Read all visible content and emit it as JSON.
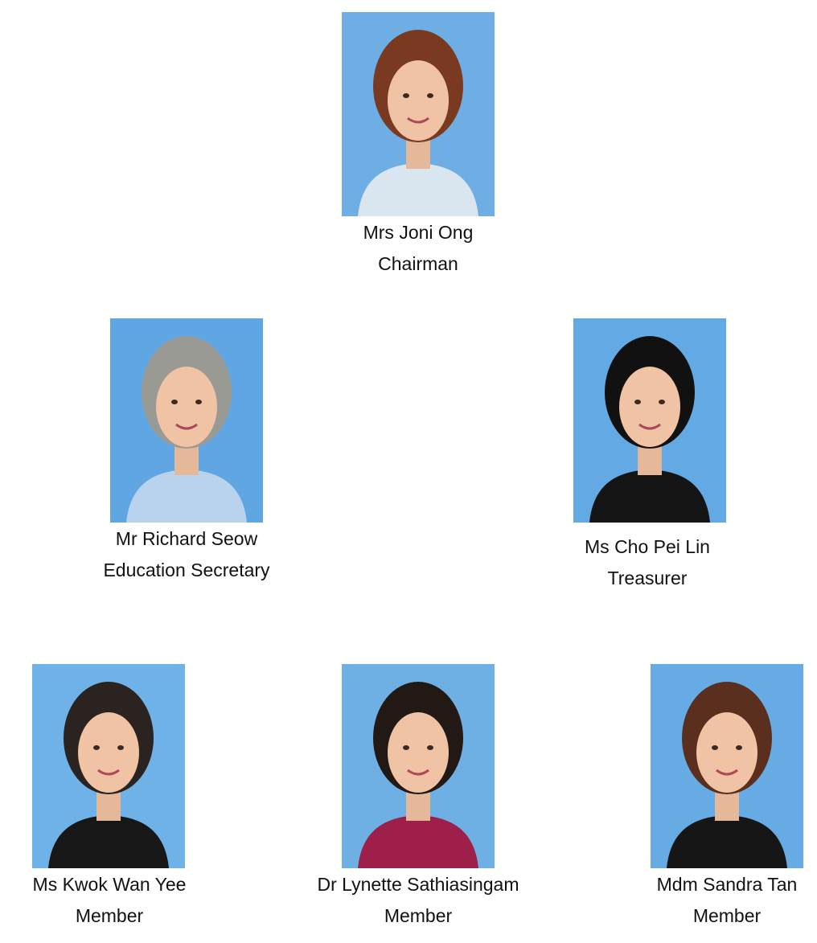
{
  "members": [
    {
      "name": "Mrs Joni Ong",
      "role": "Chairman",
      "photo_icon": "portrait-photo",
      "shirt": "#d9e6ef",
      "hair": "#7a3a22",
      "bg": "#6eaee4"
    },
    {
      "name": "Mr Richard Seow",
      "role": "Education Secretary",
      "photo_icon": "portrait-photo",
      "shirt": "#b9d2ee",
      "hair": "#9a9a94",
      "bg": "#5fa6e2"
    },
    {
      "name": "Ms Cho Pei Lin",
      "role": "Treasurer",
      "photo_icon": "portrait-photo",
      "shirt": "#141414",
      "hair": "#111111",
      "bg": "#63a9e4"
    },
    {
      "name": "Ms Kwok Wan Yee",
      "role": "Member",
      "photo_icon": "portrait-photo",
      "shirt": "#171717",
      "hair": "#2a2320",
      "bg": "#6fb2e8"
    },
    {
      "name": "Dr Lynette Sathiasingam",
      "role": "Member",
      "photo_icon": "portrait-photo",
      "shirt": "#9e1f4a",
      "hair": "#221814",
      "bg": "#6fb0e4"
    },
    {
      "name": "Mdm Sandra Tan",
      "role": "Member",
      "photo_icon": "portrait-photo",
      "shirt": "#161616",
      "hair": "#5a2f1e",
      "bg": "#66abe4"
    }
  ]
}
